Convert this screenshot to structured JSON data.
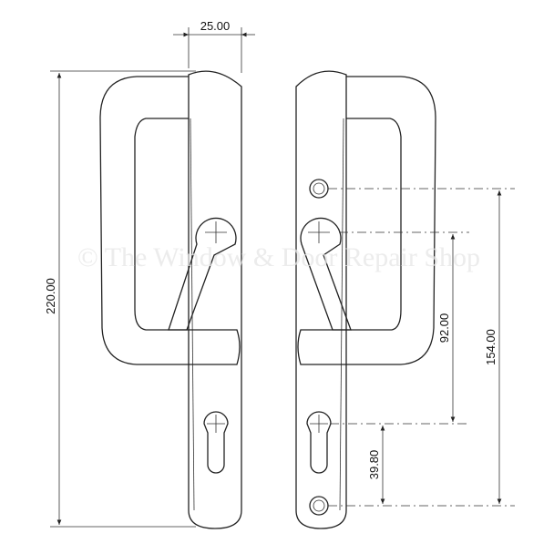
{
  "dimensions": {
    "width": "25.00",
    "overall_height": "220.00",
    "screw_centres": "154.00",
    "spindle_to_cylinder": "92.00",
    "cylinder_to_screw": "39.80"
  },
  "watermark": "© The Window & Door Repair Shop",
  "colors": {
    "line": "#222222",
    "background": "#ffffff"
  }
}
